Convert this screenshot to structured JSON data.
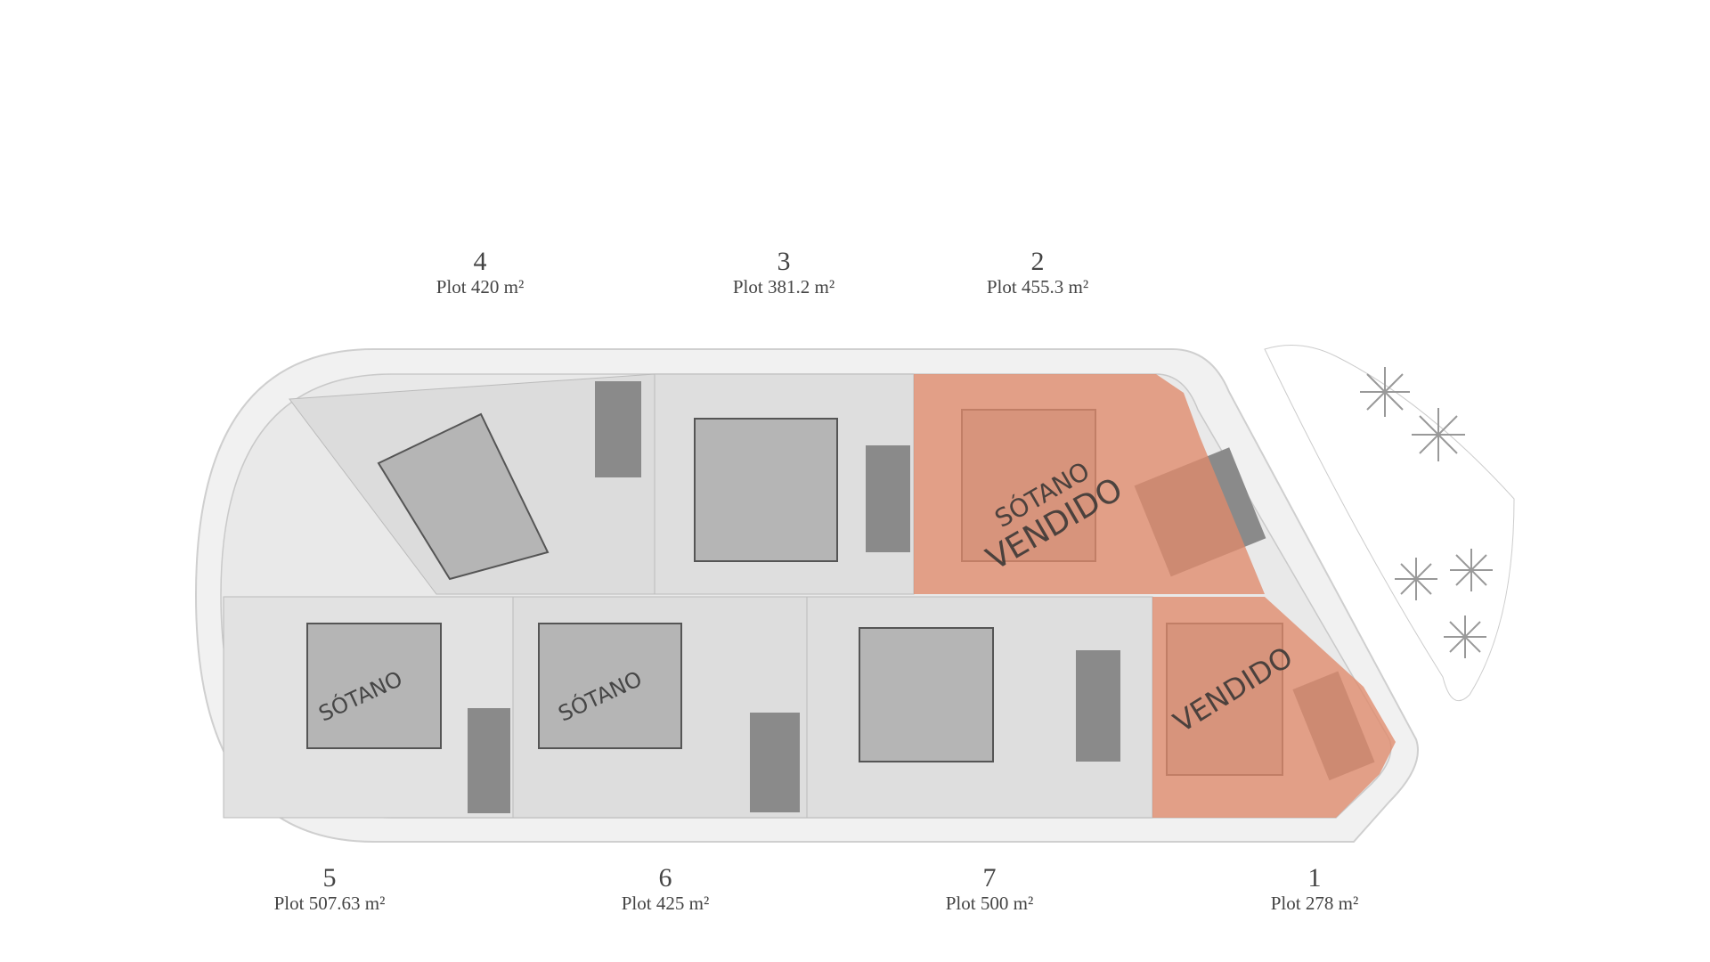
{
  "plots": [
    {
      "number": "4",
      "label": "Plot 420 m²",
      "status": "available"
    },
    {
      "number": "3",
      "label": "Plot 381.2 m²",
      "status": "available"
    },
    {
      "number": "2",
      "label": "Plot 455.3 m²",
      "status": "sold"
    },
    {
      "number": "5",
      "label": "Plot 507.63 m²",
      "status": "available"
    },
    {
      "number": "6",
      "label": "Plot 425 m²",
      "status": "available"
    },
    {
      "number": "7",
      "label": "Plot 500 m²",
      "status": "available"
    },
    {
      "number": "1",
      "label": "Plot 278 m²",
      "status": "sold"
    }
  ],
  "stamps": {
    "basement": "SÓTANO",
    "sold": "VENDIDO"
  },
  "colors": {
    "sold": "#e08a6c",
    "site": "#efefef",
    "pool": "#8a8a8a",
    "house": "#b9b9b9"
  }
}
